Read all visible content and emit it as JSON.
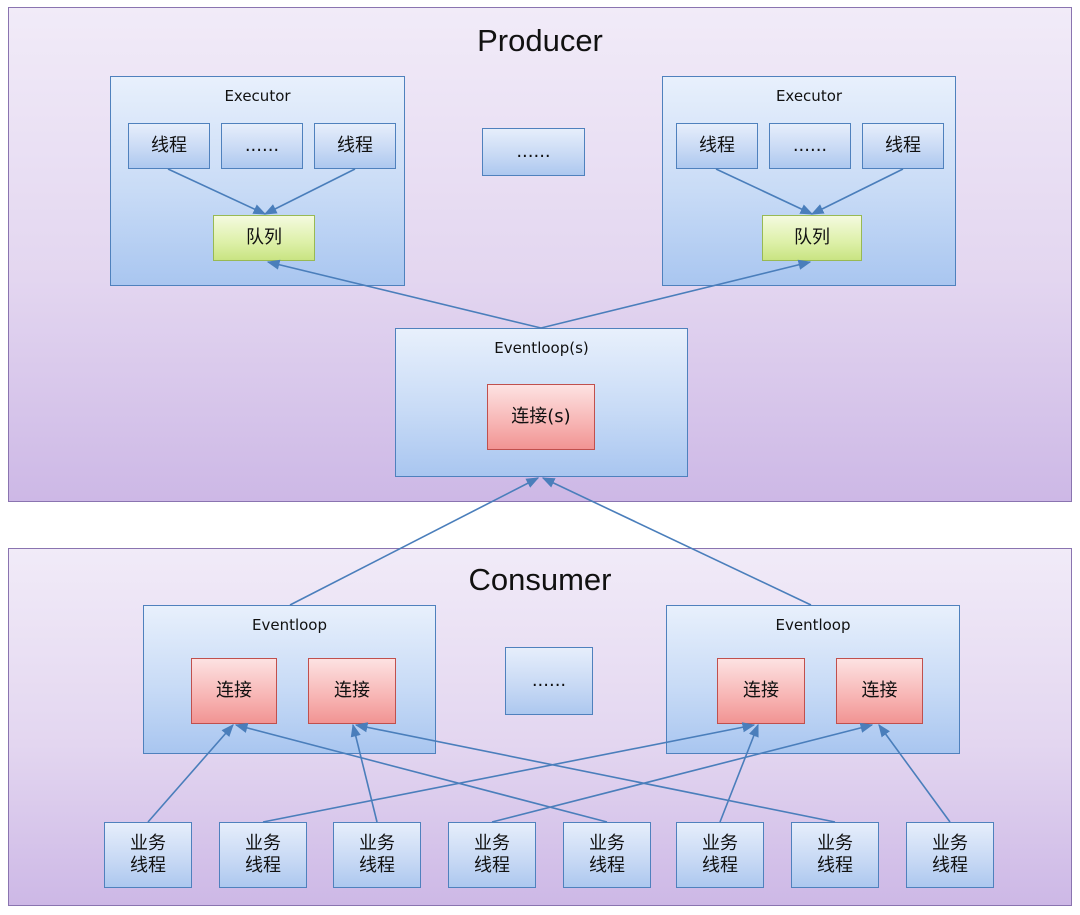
{
  "producer": {
    "title": "Producer",
    "executor_left": {
      "title": "Executor",
      "threads": [
        "线程",
        "......",
        "线程"
      ],
      "queue": "队列"
    },
    "middle_ellipsis": "......",
    "executor_right": {
      "title": "Executor",
      "threads": [
        "线程",
        "......",
        "线程"
      ],
      "queue": "队列"
    },
    "eventloop": {
      "title": "Eventloop(s)",
      "connection": "连接(s)"
    }
  },
  "consumer": {
    "title": "Consumer",
    "eventloop_left": {
      "title": "Eventloop",
      "connections": [
        "连接",
        "连接"
      ]
    },
    "middle_ellipsis": "......",
    "eventloop_right": {
      "title": "Eventloop",
      "connections": [
        "连接",
        "连接"
      ]
    },
    "business_threads": [
      "业务\n线程",
      "业务\n线程",
      "业务\n线程",
      "业务\n线程",
      "业务\n线程",
      "业务\n线程",
      "业务\n线程",
      "业务\n线程"
    ]
  },
  "colors": {
    "region_border": "#8a74b0",
    "box_border": "#4f81bd",
    "queue_border": "#98b954",
    "connection_border": "#c0504d",
    "arrow": "#4a7ebb"
  }
}
